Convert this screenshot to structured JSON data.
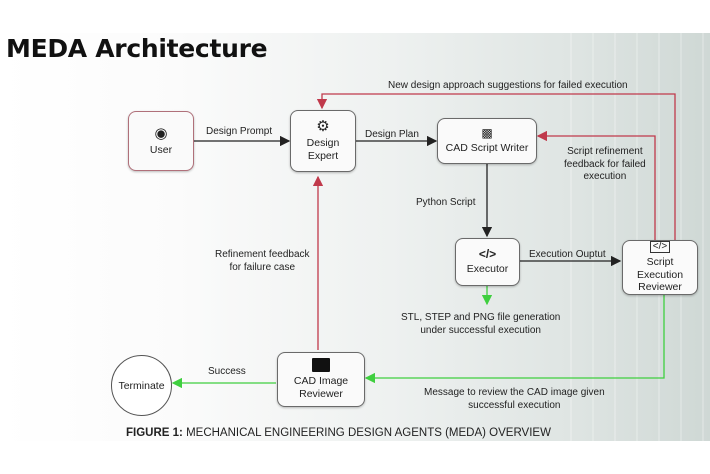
{
  "title": "MEDA Architecture",
  "nodes": {
    "user": {
      "label": "User",
      "icon": "user-globe-icon"
    },
    "design_expert": {
      "label_line1": "Design",
      "label_line2": "Expert",
      "icon": "engineer-gear-icon"
    },
    "cad_script_writer": {
      "label": "CAD Script Writer",
      "icon": "robot-icon"
    },
    "executor": {
      "label": "Executor",
      "icon": "code-icon",
      "glyph": "</>"
    },
    "script_execution_reviewer": {
      "label_line1": "Script Execution",
      "label_line2": "Reviewer",
      "icon": "code-document-icon",
      "glyph": "</>"
    },
    "cad_image_reviewer": {
      "label_line1": "CAD Image",
      "label_line2": "Reviewer",
      "icon": "image-icon"
    },
    "terminate": {
      "label": "Terminate"
    }
  },
  "edges": {
    "design_prompt": "Design Prompt",
    "design_plan": "Design Plan",
    "python_script": "Python Script",
    "execution_output": "Execution Ouptut",
    "new_design": "New design approach suggestions for failed execution",
    "script_refinement_1": "Script refinement",
    "script_refinement_2": "feedback for failed",
    "script_refinement_3": "execution",
    "refinement_feedback_1": "Refinement feedback",
    "refinement_feedback_2": "for failure case",
    "file_generation_1": "STL, STEP and PNG file generation",
    "file_generation_2": "under successful execution",
    "review_message_1": "Message to review the CAD image given",
    "review_message_2": "successful execution",
    "success": "Success"
  },
  "colors": {
    "failure": "#c0394b",
    "success": "#3fcf3f",
    "normal": "#222222"
  },
  "caption": {
    "prefix": "FIGURE 1:",
    "text": " MECHANICAL ENGINEERING DESIGN AGENTS (MEDA) OVERVIEW"
  }
}
